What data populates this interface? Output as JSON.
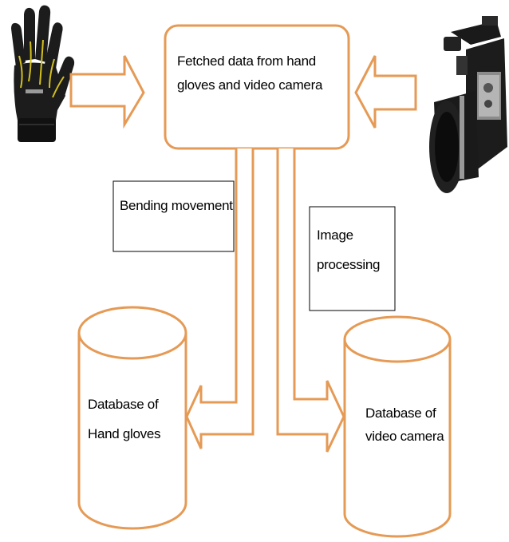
{
  "diagram": {
    "fetched_box_text": "Fetched data from hand gloves and video camera",
    "bending_label": "Bending movement",
    "image_processing_label": "Image processing",
    "db_gloves_label": "Database of Hand gloves",
    "db_camera_label": "Database of video camera"
  },
  "icons": {
    "glove": "hand-glove-icon",
    "camera": "video-camera-icon"
  },
  "colors": {
    "connector": "#e59a55",
    "label_box_border": "#000000",
    "glove_body": "#1c1c1c",
    "glove_sensor": "#d4c11d",
    "camera_body": "#1a1a1a"
  }
}
